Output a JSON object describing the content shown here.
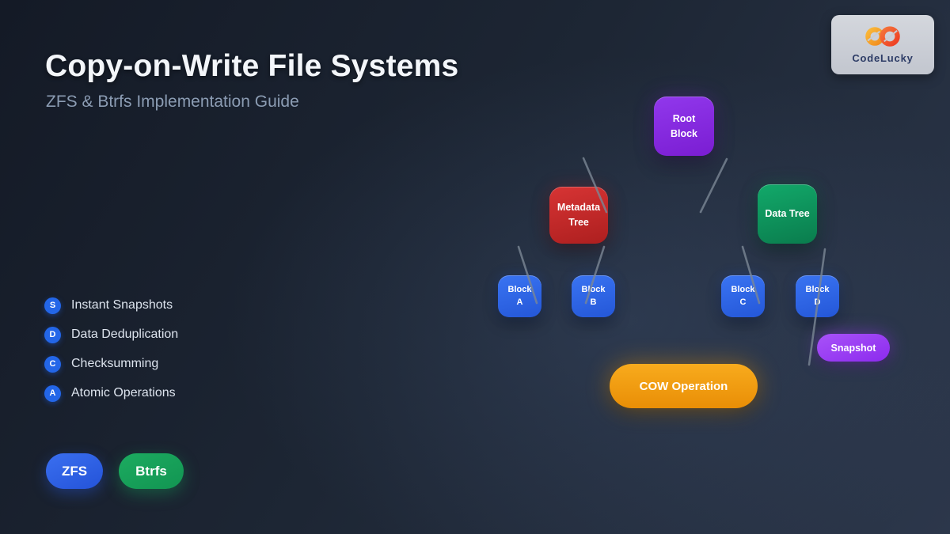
{
  "header": {
    "title": "Copy-on-Write File Systems",
    "subtitle": "ZFS & Btrfs Implementation Guide"
  },
  "logo": {
    "name": "CodeLucky",
    "icon": "infinity-leaf-icon"
  },
  "features": {
    "items": [
      {
        "badge": "S",
        "label": "Instant Snapshots"
      },
      {
        "badge": "D",
        "label": "Data Deduplication"
      },
      {
        "badge": "C",
        "label": "Checksumming"
      },
      {
        "badge": "A",
        "label": "Atomic Operations"
      }
    ],
    "badge_color": "#2366e8"
  },
  "filesystems": {
    "items": [
      {
        "label": "ZFS",
        "color": "#2e63e7"
      },
      {
        "label": "Btrfs",
        "color": "#16a35a"
      }
    ]
  },
  "diagram": {
    "nodes": [
      {
        "id": "root-block",
        "label": "Root Block",
        "color": "#8428de"
      },
      {
        "id": "metadata-tree",
        "label": "Metadata Tree",
        "color": "#c92a2a"
      },
      {
        "id": "data-tree",
        "label": "Data Tree",
        "color": "#0f9d63"
      },
      {
        "id": "block-a",
        "label": "Block A",
        "color": "#2e66e8"
      },
      {
        "id": "block-b",
        "label": "Block B",
        "color": "#2e66e8"
      },
      {
        "id": "block-c",
        "label": "Block C",
        "color": "#2e66e8"
      },
      {
        "id": "block-d",
        "label": "Block D",
        "color": "#2e66e8"
      }
    ],
    "badges": [
      {
        "id": "snapshot",
        "label": "Snapshot",
        "color": "#9b3df2"
      },
      {
        "id": "cow-operation",
        "label": "COW Operation",
        "color": "#f09c12"
      }
    ]
  },
  "colors": {
    "background_dark": "#141a26",
    "background_light": "#2c374b",
    "title": "#f3f6fa",
    "subtitle": "#8b9cb3",
    "connector": "#7b8795",
    "highlight_line": "#f59e0b",
    "logo_card": "#c9cdd4",
    "logo_text": "#2d3c66"
  }
}
